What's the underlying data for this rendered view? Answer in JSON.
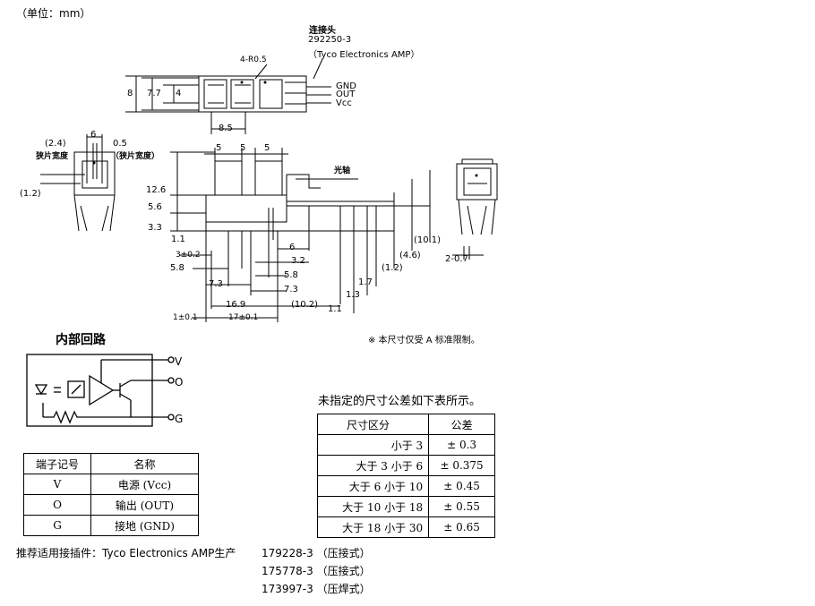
{
  "unit_label": "（单位：mm）",
  "connector": {
    "title": "连接头",
    "part_no": "292250-3",
    "maker": "（Tyco Electronics AMP）"
  },
  "pins": [
    "GND",
    "OUT",
    "Vcc"
  ],
  "dims": {
    "r": "4-R0.5",
    "d8": "8",
    "d77": "7.7",
    "d4": "4",
    "d85": "8.5",
    "d6a": "6",
    "d24": "(2.4)",
    "d05": "0.5",
    "slot_left": "狭片宽度",
    "slot_right": "（狭片宽度）",
    "d12p": "(1.2)",
    "d5a": "5",
    "d5b": "5",
    "d5c": "5",
    "d126": "12.6",
    "d56": "5.6",
    "d33": "3.3",
    "d11": "1.1",
    "optical_axis": "光轴",
    "d6b": "6",
    "d3": "3±0.2",
    "d32": "3.2",
    "d58a": "5.8",
    "d58b": "5.8",
    "d73a": "7.3",
    "d73b": "7.3",
    "d1692": "16.9",
    "d102": "(10.2)",
    "d1": "1±0.1",
    "d17": "17±0.1",
    "d101": "(10.1)",
    "d46": "(4.6)",
    "d12q": "(1.2)",
    "d17b": "1.7",
    "d13": "1.3",
    "d11b": "1.1",
    "d207": "2-0.7"
  },
  "circuit_title": "内部回路",
  "circuit_pins": [
    "V",
    "O",
    "G"
  ],
  "note_right": "※ 本尺寸仅受 A 标准限制。",
  "tolerance_caption": "未指定的尺寸公差如下表所示。",
  "tolerance_table": {
    "headers": [
      "尺寸区分",
      "公差"
    ],
    "rows": [
      [
        "小于 3",
        "± 0.3"
      ],
      [
        "大于 3 小于 6",
        "± 0.375"
      ],
      [
        "大于 6 小于 10",
        "± 0.45"
      ],
      [
        "大于 10 小于 18",
        "± 0.55"
      ],
      [
        "大于 18 小于 30",
        "± 0.65"
      ]
    ]
  },
  "terminal_table": {
    "headers": [
      "端子记号",
      "名称"
    ],
    "rows": [
      [
        "V",
        "电源 (Vcc)"
      ],
      [
        "O",
        "输出 (OUT)"
      ],
      [
        "G",
        "接地 (GND)"
      ]
    ]
  },
  "recommend": {
    "label": "推荐适用接插件：Tyco Electronics AMP生产",
    "items": [
      "179228-3 （压接式）",
      "175778-3 （压接式）",
      "173997-3 （压焊式）"
    ]
  }
}
